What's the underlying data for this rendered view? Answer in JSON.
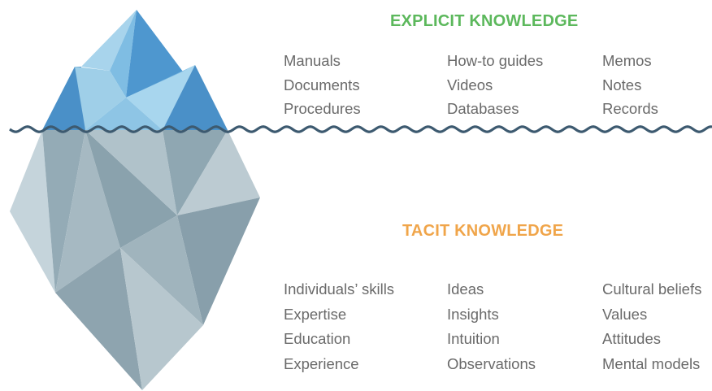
{
  "explicit": {
    "heading": "EXPLICIT KNOWLEDGE",
    "color": "#5cb85c",
    "columns": [
      [
        "Manuals",
        "Documents",
        "Procedures"
      ],
      [
        "How-to guides",
        "Videos",
        "Databases"
      ],
      [
        "Memos",
        "Notes",
        "Records"
      ]
    ]
  },
  "tacit": {
    "heading": "TACIT KNOWLEDGE",
    "color": "#f0a54a",
    "columns": [
      [
        "Individuals’ skills",
        "Expertise",
        "Education",
        "Experience"
      ],
      [
        "Ideas",
        "Insights",
        "Intuition",
        "Observations"
      ],
      [
        "Cultural beliefs",
        "Values",
        "Attitudes",
        "Mental models"
      ]
    ]
  },
  "colors": {
    "tip_blue": "#4a90c8",
    "tip_light_blue": "#9fcfe8",
    "underwater_grey": "#9fb3be",
    "waterline": "#3d5a70"
  },
  "icons": [
    "iceberg-illustration",
    "waterline-wave"
  ]
}
